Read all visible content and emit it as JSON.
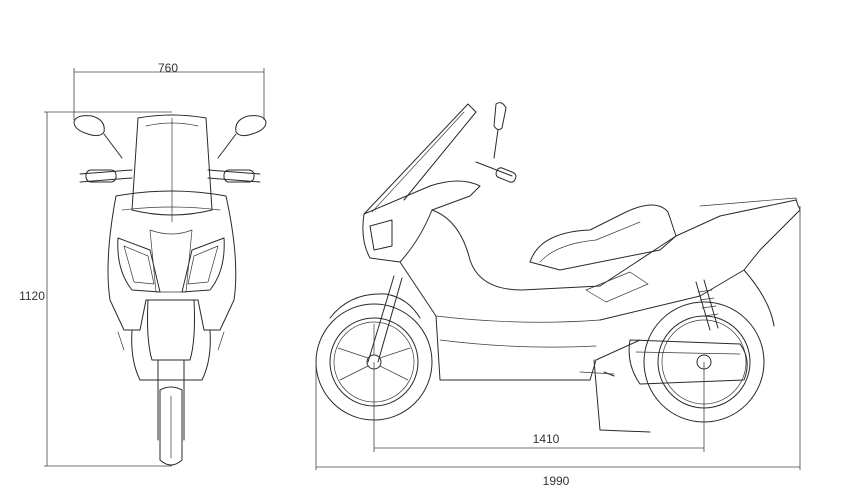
{
  "dimensions": {
    "front_width": "760",
    "front_height": "1120",
    "wheelbase": "1410",
    "overall_length": "1990"
  },
  "colors": {
    "line": "#2a2a2a",
    "background": "#ffffff"
  }
}
